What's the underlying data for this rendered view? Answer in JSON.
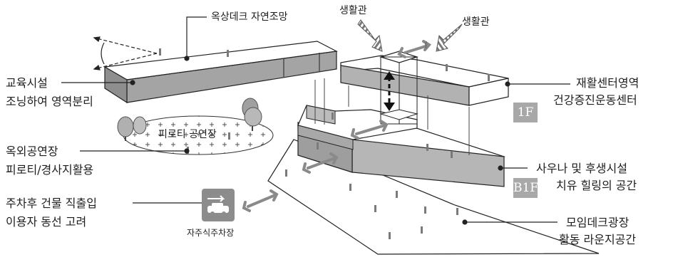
{
  "labels": {
    "rooftop_deck": "옥상데크 자연조망",
    "living_hall_left": "생활관",
    "living_hall_right": "생활관",
    "education_line1": "교육시설",
    "education_line2": "조닝하여 영역분리",
    "rehab_line1": "재활센터영역",
    "rehab_line2": "건강증진운동센터",
    "piloti_stage": "피로티 공연장",
    "outdoor_line1": "옥외공연장",
    "outdoor_line2": "피로티/경사지활용",
    "sauna_line1": "사우나 및 후생시설",
    "sauna_line2": "치유 힐링의 공간",
    "parking_line1": "주차후 건물 직출입",
    "parking_line2": "이용자 동선 고려",
    "parking_caption": "자주식주차장",
    "deck_line1": "모임데크광장",
    "deck_line2": "활동 라운지공간"
  },
  "badges": {
    "floor_1f": "1F",
    "floor_b1f": "B1F"
  },
  "icons": {
    "parking": "car-arrow-icon",
    "person": "person-figure-icon",
    "tree": "tree-icon",
    "view": "view-angle-icon"
  },
  "colors": {
    "roof_top": "#ffffff",
    "wall_face": "#b8b8b8",
    "arrow_gray": "#8a8a8a",
    "badge_gray": "#a8a8a8"
  }
}
